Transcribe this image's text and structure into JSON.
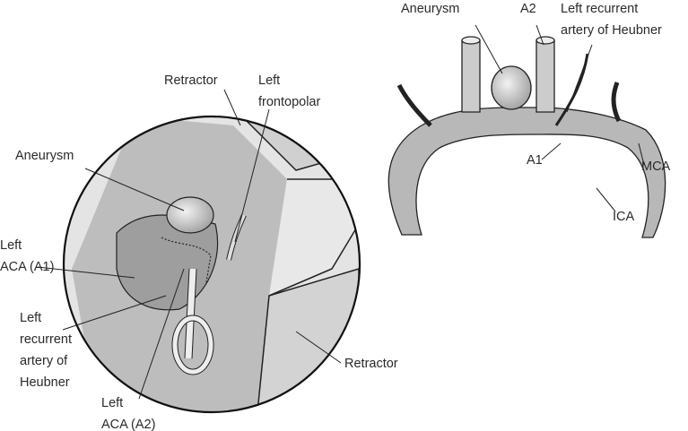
{
  "left_view": {
    "labels": {
      "retractor_top": "Retractor",
      "left_frontopolar": [
        "Left",
        "frontopolar"
      ],
      "aneurysm": "Aneurysm",
      "left_aca_a1": [
        "Left",
        "ACA (A1)"
      ],
      "left_recurrent_heubner": [
        "Left",
        "recurrent",
        "artery of",
        "Heubner"
      ],
      "left_aca_a2": [
        "Left",
        "ACA (A2)"
      ],
      "retractor_bottom": "Retractor"
    }
  },
  "right_view": {
    "labels": {
      "aneurysm": "Aneurysm",
      "a2": "A2",
      "left_recurrent_heubner": [
        "Left recurrent",
        "artery of Heubner"
      ],
      "a1": "A1",
      "mca": "MCA",
      "ica": "ICA"
    }
  }
}
